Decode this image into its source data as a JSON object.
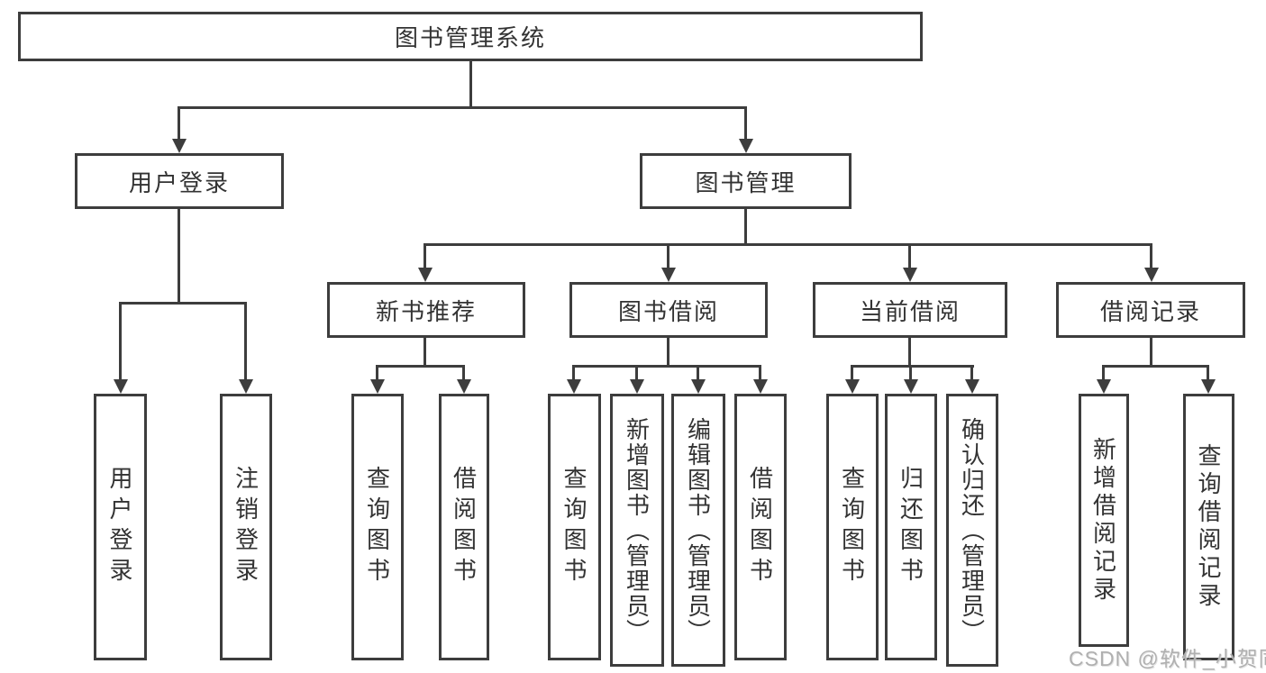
{
  "diagram": {
    "root": {
      "label": "图书管理系统"
    },
    "level2": [
      {
        "label": "用户登录"
      },
      {
        "label": "图书管理"
      }
    ],
    "level3": [
      {
        "label": "新书推荐"
      },
      {
        "label": "图书借阅"
      },
      {
        "label": "当前借阅"
      },
      {
        "label": "借阅记录"
      }
    ],
    "leaves": [
      {
        "label": "用户登录"
      },
      {
        "label": "注销登录"
      },
      {
        "label": "查询图书"
      },
      {
        "label": "借阅图书"
      },
      {
        "label": "查询图书"
      },
      {
        "label": "新增图书（管理员）"
      },
      {
        "label": "编辑图书（管理员）"
      },
      {
        "label": "借阅图书"
      },
      {
        "label": "查询图书"
      },
      {
        "label": "归还图书"
      },
      {
        "label": "确认归还（管理员）"
      },
      {
        "label": "新增借阅记录"
      },
      {
        "label": "查询借阅记录"
      }
    ]
  },
  "watermark": {
    "text": "CSDN @软件_小贺同学"
  },
  "colors": {
    "line": "#3d3d3d",
    "text": "#333333",
    "watermark": "#b0b0b0",
    "background": "#ffffff"
  }
}
